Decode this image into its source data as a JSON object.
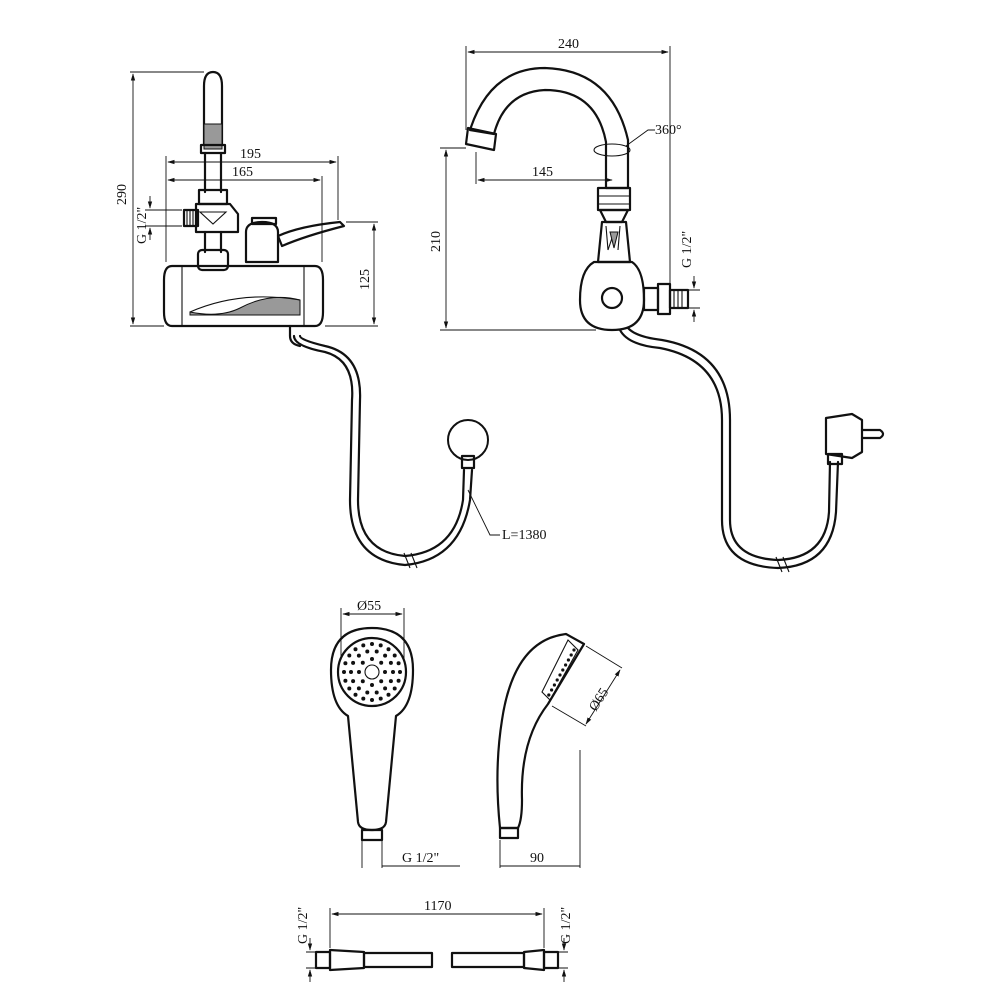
{
  "dimensions": {
    "front_height_total": "290",
    "front_width_outer": "195",
    "front_width_inner": "165",
    "front_thread_left": "G 1/2\"",
    "front_body_height": "125",
    "side_width": "240",
    "side_rotation": "360°",
    "side_spout_reach": "145",
    "side_height": "210",
    "side_thread": "G 1/2\"",
    "hose_length": "L=1380",
    "head_diameter": "Ø55",
    "head_thread": "G 1/2\"",
    "head_side_diameter": "Ø65",
    "head_side_depth": "90",
    "shower_hose_length": "1170",
    "hose_thread_left": "G 1/2\"",
    "hose_thread_right": "G 1/2\""
  }
}
